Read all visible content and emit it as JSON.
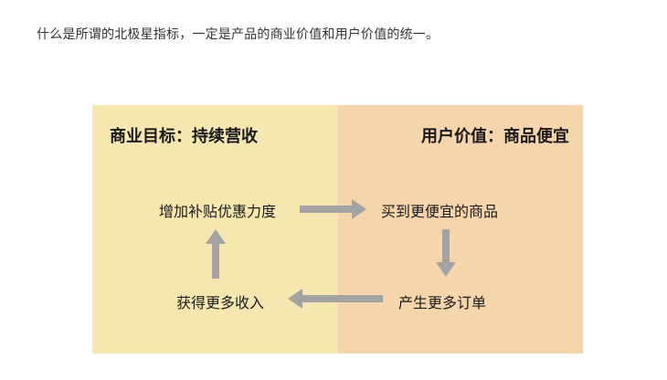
{
  "intro_text": "什么是所谓的北极星指标，一定是产品的商业价值和用户价值的统一。",
  "colors": {
    "left_panel": "#F6E7B0",
    "right_panel": "#F6D5AC",
    "arrow": "#A3A3A3"
  },
  "diagram": {
    "left_title": "商业目标：持续营收",
    "right_title": "用户价值：商品便宜",
    "nodes": {
      "increase_subsidy": "增加补贴优惠力度",
      "buy_cheaper": "买到更便宜的商品",
      "more_orders": "产生更多订单",
      "more_revenue": "获得更多收入"
    }
  }
}
